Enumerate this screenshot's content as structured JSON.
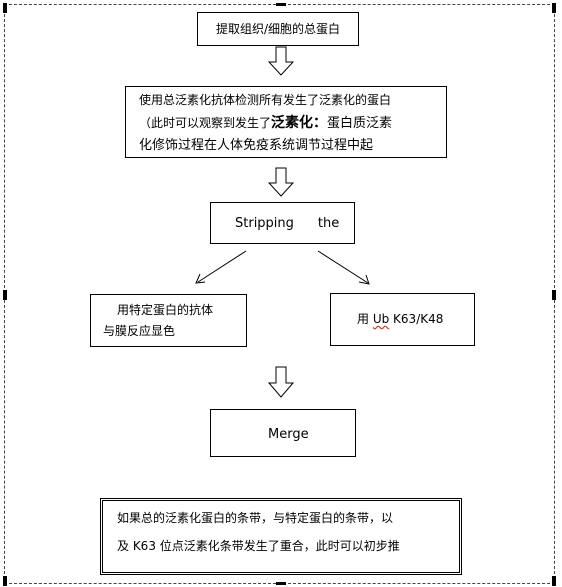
{
  "flowchart": {
    "step1": "提取组织/细胞的总蛋白",
    "step2": {
      "line1": "使用总泛素化抗体检测所有发生了泛素化的蛋白",
      "line2_prefix": "（此时可以观察到发生了",
      "line2_bold": "泛素化：",
      "line2_suffix": "蛋白质泛素",
      "line3": "化修饰过程在人体免疫系统调节过程中起"
    },
    "step3": {
      "word1": "Stripping",
      "word2": "the"
    },
    "step4_left": {
      "line1": "用特定蛋白的抗体",
      "line2": "与膜反应显色"
    },
    "step4_right": {
      "prefix": "用 ",
      "underlined": "Ub",
      "suffix": " K63/K48"
    },
    "step5": "Merge",
    "conclusion": {
      "line1": "如果总的泛素化蛋白的条带，与特定蛋白的条带，以",
      "line2": "及 K63 位点泛素化条带发生了重合，此时可以初步推"
    }
  }
}
